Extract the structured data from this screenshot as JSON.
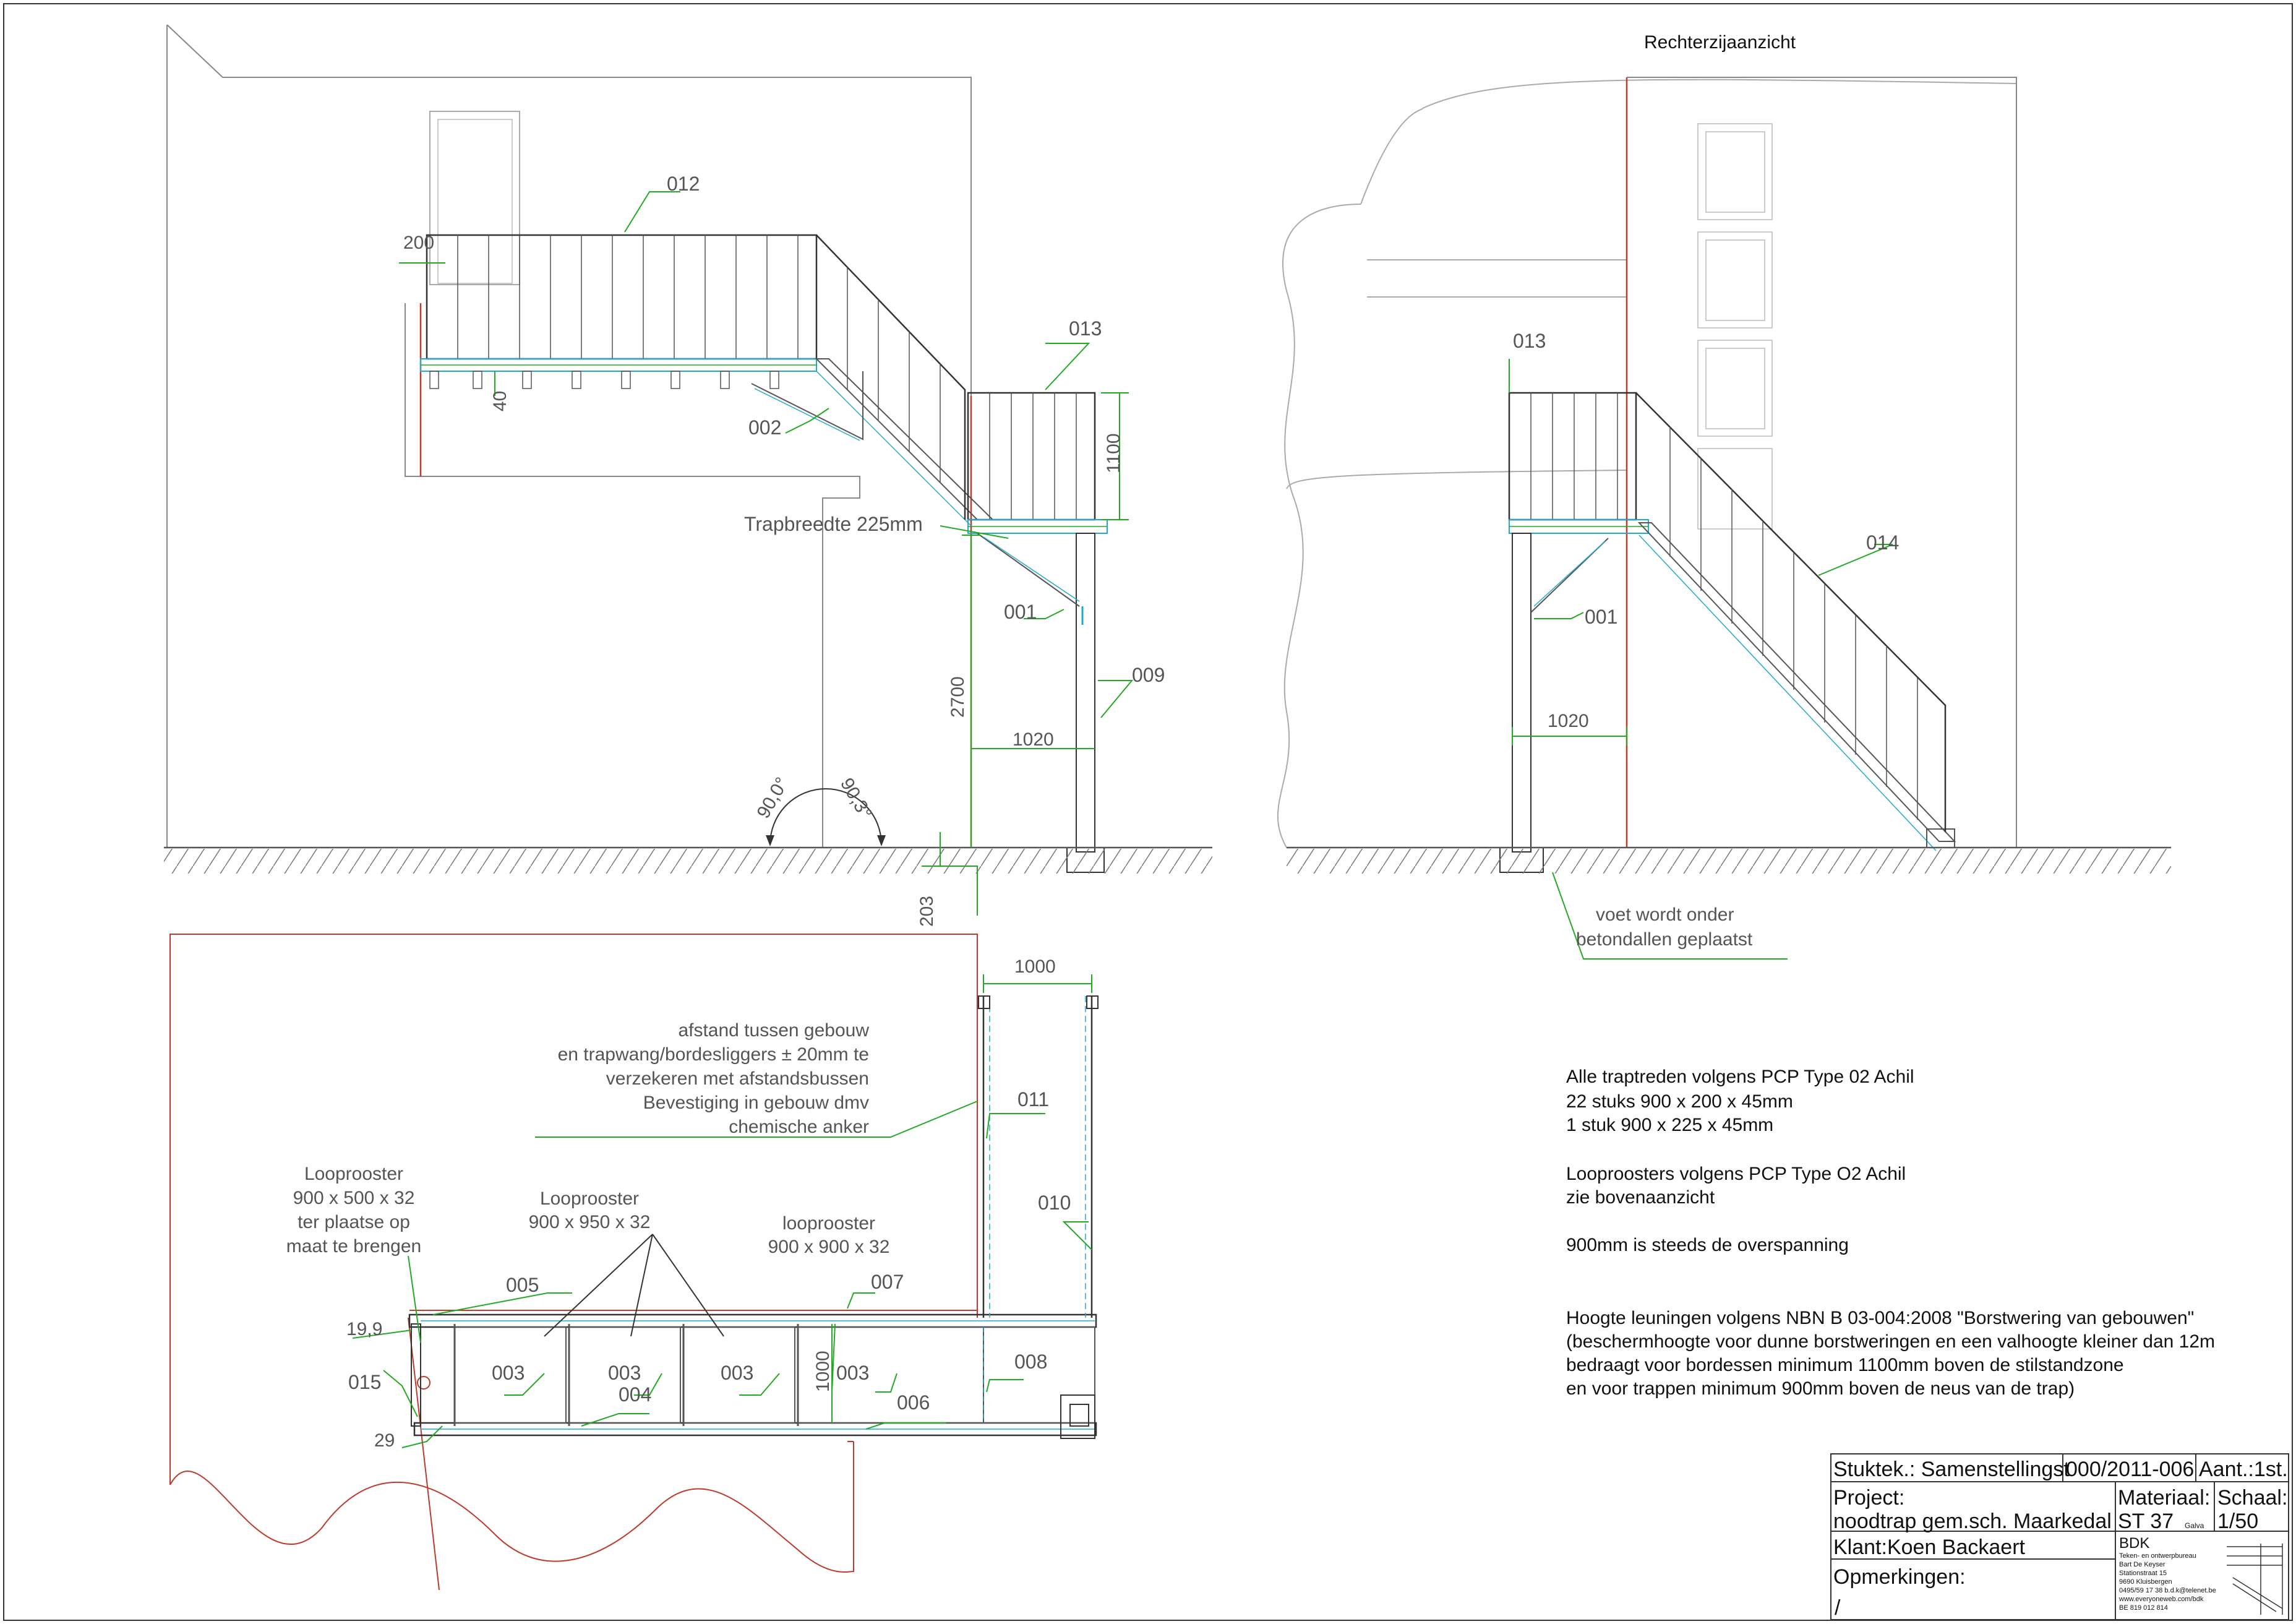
{
  "views": {
    "right_side_title": "Rechterzijaanzicht"
  },
  "parts": {
    "p001a": "001",
    "p001b": "001",
    "p002": "002",
    "p003a": "003",
    "p003b": "003",
    "p003c": "003",
    "p003d": "003",
    "p004": "004",
    "p005": "005",
    "p006": "006",
    "p007": "007",
    "p008": "008",
    "p009": "009",
    "p010": "010",
    "p011": "011",
    "p012": "012",
    "p013a": "013",
    "p013b": "013",
    "p014": "014",
    "p015": "015"
  },
  "dimensions": {
    "d200": "200",
    "d40": "40",
    "d1100": "1100",
    "d2700": "2700",
    "d1020a": "1020",
    "d1020b": "1020",
    "d203": "203",
    "d1000h": "1000",
    "d1000v": "1000",
    "d19_9": "19,9",
    "d29": "29",
    "angle1": "90,0°",
    "angle2": "90,3°"
  },
  "annotations": {
    "trapbreedte": "Trapbreedte 225mm",
    "voet": [
      "voet wordt onder",
      "betondallen geplaatst"
    ],
    "afstand": [
      "afstand tussen gebouw",
      "en trapwang/bordesliggers ± 20mm te",
      "verzekeren met afstandsbussen",
      "Bevestiging in gebouw dmv",
      "chemische anker"
    ],
    "looprooster1": [
      "Looprooster",
      "900 x 500 x 32",
      "ter plaatse op",
      "maat te brengen"
    ],
    "looprooster2": [
      "Looprooster",
      "900 x 950 x 32"
    ],
    "looprooster3": [
      "looprooster",
      "900 x 900 x 32"
    ]
  },
  "notes": {
    "treden": [
      "Alle traptreden volgens PCP Type 02 Achil",
      "22 stuks 900 x 200 x 45mm",
      "1 stuk 900 x 225 x 45mm"
    ],
    "roosters": [
      "Looproosters volgens PCP Type O2 Achil",
      "zie bovenaanzicht"
    ],
    "overspanning": "900mm is steeds de overspanning",
    "leuningen": [
      "Hoogte leuningen volgens NBN B 03-004:2008 \"Borstwering van gebouwen\"",
      "(beschermhoogte voor dunne borstweringen en een valhoogte kleiner dan 12m",
      "bedraagt voor bordessen minimum 1100mm boven de stilstandzone",
      "en voor trappen minimum 900mm boven de neus van de trap)"
    ]
  },
  "title_block": {
    "stuktek": "Stuktek.: Samenstellingst",
    "nummer": "000/2011-006",
    "aant": "Aant.:1st.",
    "project_label": "Project:",
    "project_value": "noodtrap gem.sch. Maarkedal",
    "materiaal_label": "Materiaal:",
    "materiaal_value": "ST 37",
    "galva": "Galva",
    "schaal_label": "Schaal:",
    "schaal_value": "1/50",
    "klant": "Klant:Koen Backaert",
    "opmerkingen_label": "Opmerkingen:",
    "opmerkingen_value": "/",
    "company": "BDK",
    "company_lines": [
      "Teken- en ontwerpbureau",
      "Bart De Keyser",
      "Stationstraat 15",
      "9690 Kluisbergen",
      "0495/59 17 38     b.d.k@telenet.be",
      "www.everyoneweb.com/bdk",
      "BE 819 012 814"
    ]
  },
  "colors": {
    "red": "#c0392b",
    "green": "#22aa22",
    "cyan": "#22aacc",
    "line": "#333333",
    "gray": "#888888"
  }
}
